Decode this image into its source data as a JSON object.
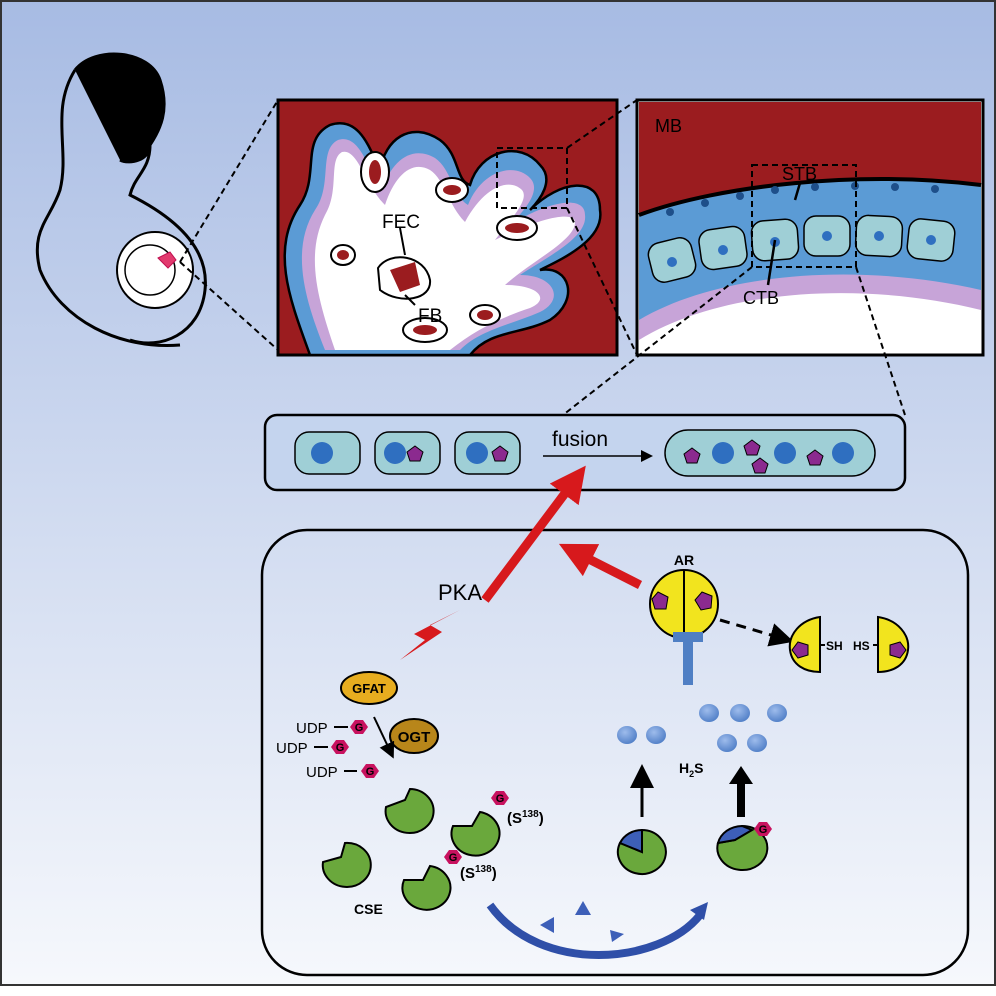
{
  "colors": {
    "tissue_red": "#9b1c1f",
    "trophoblast_blue": "#5b9bd5",
    "stb_blue": "#3f86cf",
    "ctb_cell": "#9fcfd6",
    "nucleus": "#2f6fc0",
    "pentagon": "#8b2a8f",
    "arrow_red": "#d7191c",
    "enzyme_green": "#6aa83c",
    "gfat_orange": "#e7ad1f",
    "ogt_brown": "#b8861a",
    "glyco_magenta": "#c8125f",
    "ar_yellow": "#f2e41e",
    "h2s_blue": "#6f9ad8",
    "inhibit_blue": "#4f7fc4"
  },
  "villus": {
    "fec_label": "FEC",
    "fb_label": "FB"
  },
  "zoom": {
    "mb_label": "MB",
    "stb_label": "STB",
    "ctb_label": "CTB"
  },
  "fusion": {
    "label": "fusion"
  },
  "pathway": {
    "pka_label": "PKA",
    "ar_label": "AR",
    "gfat_label": "GFAT",
    "ogt_label": "OGT",
    "udp_labels": [
      "UDP",
      "UDP",
      "UDP"
    ],
    "glcnac_label": "G",
    "site_label_prefix": "(S",
    "site_number": "138",
    "site_label_suffix": ")",
    "cse_label": "CSE",
    "h2s_label_h": "H",
    "h2s_label_sub": "2",
    "h2s_label_s": "S",
    "sh_label": "SH",
    "hs_label": "HS"
  }
}
